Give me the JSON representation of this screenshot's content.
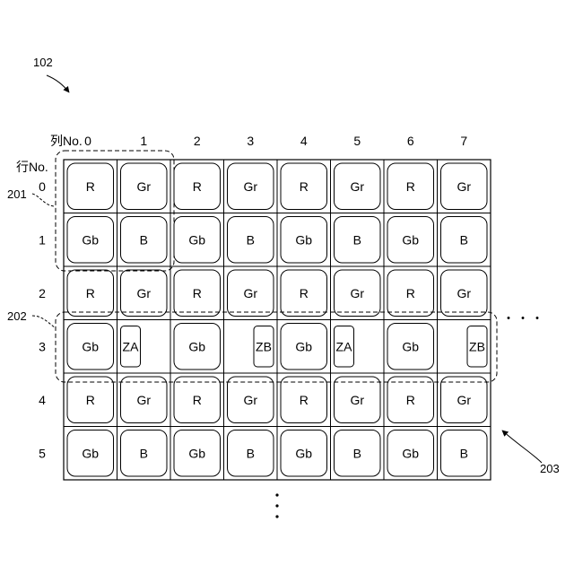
{
  "figure_ref": "102",
  "column_header_prefix": "列No.",
  "column_numbers": [
    "0",
    "1",
    "2",
    "3",
    "4",
    "5",
    "6",
    "7"
  ],
  "row_header": "行No.",
  "row_numbers": [
    "0",
    "1",
    "2",
    "3",
    "4",
    "5"
  ],
  "grid": [
    [
      "R",
      "Gr",
      "R",
      "Gr",
      "R",
      "Gr",
      "R",
      "Gr"
    ],
    [
      "Gb",
      "B",
      "Gb",
      "B",
      "Gb",
      "B",
      "Gb",
      "B"
    ],
    [
      "R",
      "Gr",
      "R",
      "Gr",
      "R",
      "Gr",
      "R",
      "Gr"
    ],
    [
      "Gb",
      "ZA",
      "Gb",
      "ZB",
      "Gb",
      "ZA",
      "Gb",
      "ZB"
    ],
    [
      "R",
      "Gr",
      "R",
      "Gr",
      "R",
      "Gr",
      "R",
      "Gr"
    ],
    [
      "Gb",
      "B",
      "Gb",
      "B",
      "Gb",
      "B",
      "Gb",
      "B"
    ]
  ],
  "callouts": {
    "ref_201": "201",
    "ref_202": "202",
    "ref_203": "203"
  },
  "ellipsis_right": "・・・",
  "ellipsis_bottom": "⋮"
}
